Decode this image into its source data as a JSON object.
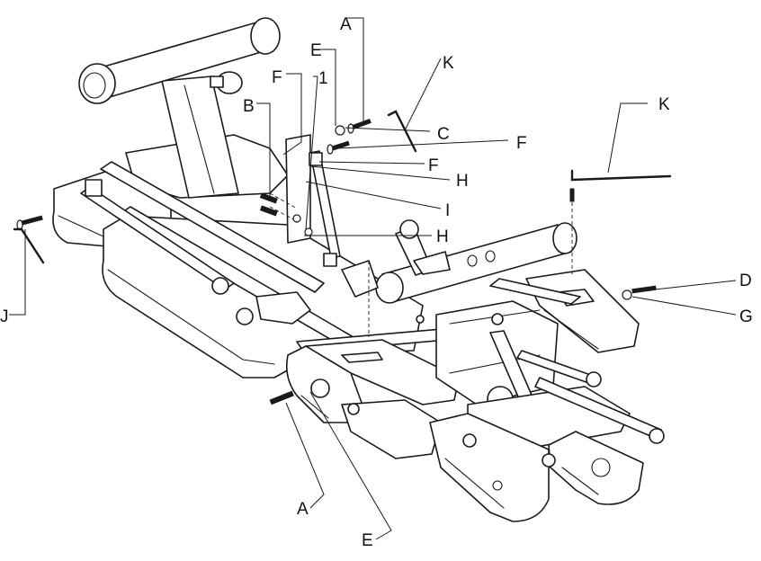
{
  "diagram": {
    "labels": [
      {
        "id": "a-top",
        "text": "A"
      },
      {
        "id": "e-top",
        "text": "E"
      },
      {
        "id": "k-top",
        "text": "K"
      },
      {
        "id": "f-top",
        "text": "F"
      },
      {
        "id": "one",
        "text": "1"
      },
      {
        "id": "b",
        "text": "B"
      },
      {
        "id": "c",
        "text": "C"
      },
      {
        "id": "f-right",
        "text": "F"
      },
      {
        "id": "f-mid",
        "text": "F"
      },
      {
        "id": "h-upper",
        "text": "H"
      },
      {
        "id": "i",
        "text": "I"
      },
      {
        "id": "h-lower",
        "text": "H"
      },
      {
        "id": "k-right",
        "text": "K"
      },
      {
        "id": "d",
        "text": "D"
      },
      {
        "id": "g",
        "text": "G"
      },
      {
        "id": "j",
        "text": "J"
      },
      {
        "id": "a-bottom",
        "text": "A"
      },
      {
        "id": "e-bottom",
        "text": "E"
      }
    ]
  }
}
